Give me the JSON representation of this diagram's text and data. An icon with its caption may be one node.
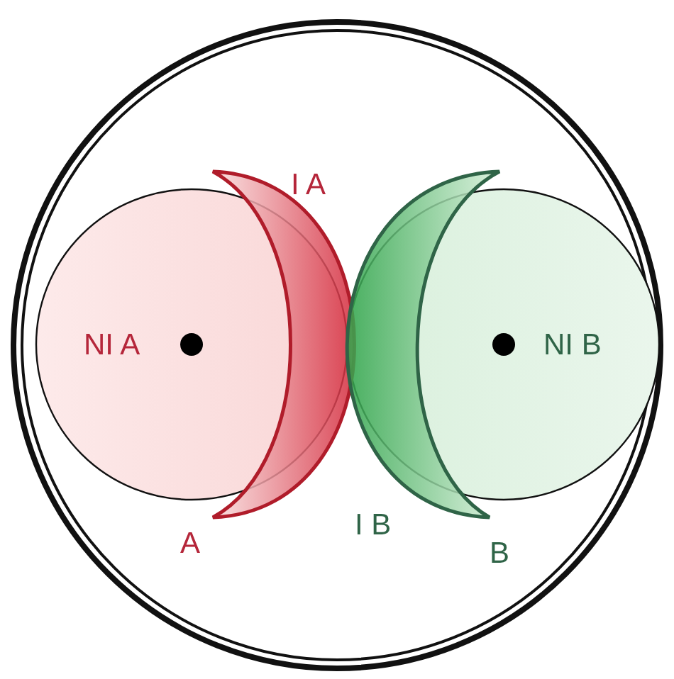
{
  "diagram": {
    "nodes": [
      {
        "text": [],
        "shape": "circle"
      },
      {
        "text": [
          "NI A",
          "A"
        ],
        "in": 0
      },
      {
        "text": [
          "I A"
        ],
        "in": 0
      },
      {
        "text": [
          "I B"
        ],
        "in": 0
      },
      {
        "text": [
          "NI B",
          "B"
        ],
        "in": 0
      }
    ],
    "edges": []
  }
}
